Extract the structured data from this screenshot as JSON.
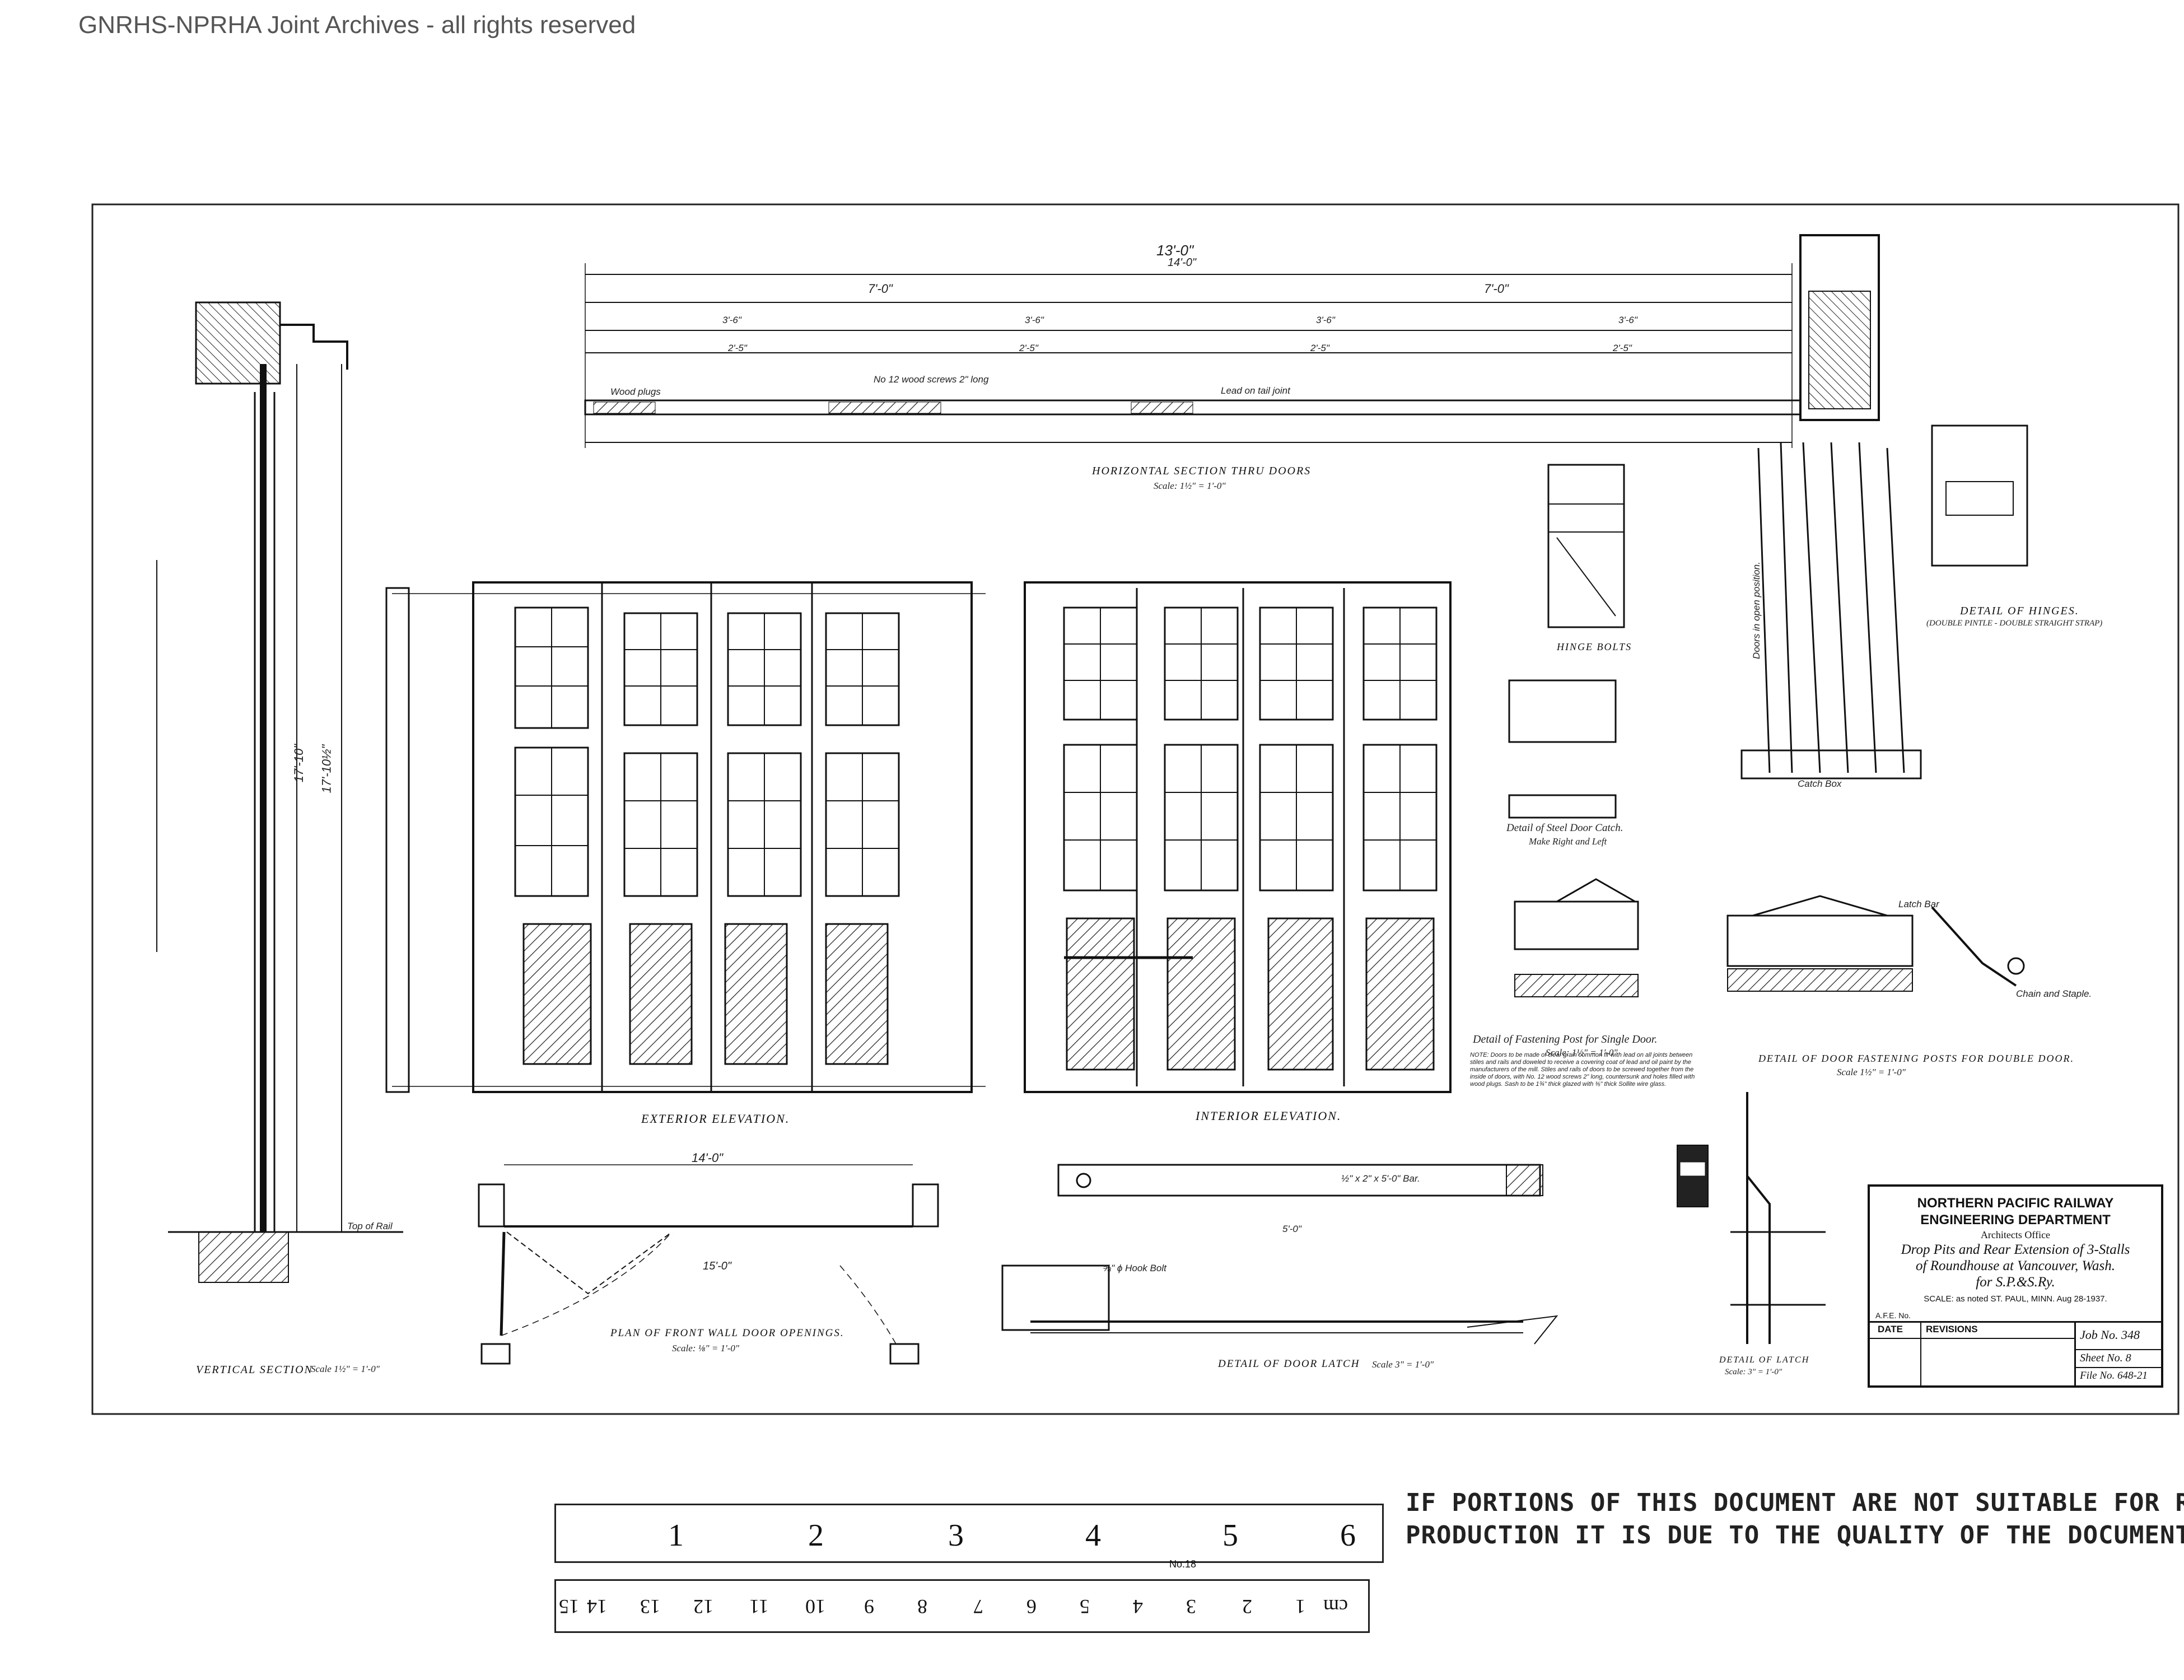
{
  "watermark": "GNRHS-NPRHA Joint Archives - all rights reserved",
  "views": {
    "horizontal_section": {
      "title": "HORIZONTAL SECTION THRU DOORS",
      "scale": "Scale: 1½\" = 1'-0\""
    },
    "exterior_elevation": {
      "title": "EXTERIOR ELEVATION."
    },
    "interior_elevation": {
      "title": "INTERIOR ELEVATION."
    },
    "vertical_section": {
      "title": "VERTICAL SECTION",
      "scale": "Scale 1½\" = 1'-0\""
    },
    "plan_front_wall": {
      "title": "PLAN OF FRONT WALL DOOR OPENINGS.",
      "scale": "Scale: ⅛\" = 1'-0\""
    },
    "door_latch": {
      "title": "DETAIL OF DOOR LATCH",
      "scale": "Scale 3\" = 1'-0\""
    },
    "hinge_bolts": {
      "title": "HINGE BOLTS"
    },
    "hinges": {
      "title": "DETAIL OF HINGES.",
      "subtitle": "(DOUBLE PINTLE - DOUBLE STRAIGHT STRAP)"
    },
    "steel_door_catch": {
      "title": "Detail of Steel Door Catch.",
      "subtitle": "Make Right and Left"
    },
    "fastening_post_single": {
      "title": "Detail of Fastening Post for Single Door.",
      "scale": "Scale: 1½\" = 1'-0\""
    },
    "fastening_posts_double": {
      "title": "DETAIL OF DOOR FASTENING POSTS FOR DOUBLE DOOR.",
      "scale": "Scale 1½\" = 1'-0\""
    },
    "detail_of_latch": {
      "title": "DETAIL OF LATCH",
      "scale": "Scale: 3\" = 1'-0\""
    }
  },
  "dimensions": {
    "overall_width": "13'-0\"",
    "opening_width": "14'-0\"",
    "half_width_left": "7'-0\"",
    "half_width_right": "7'-0\"",
    "leaf_widths": [
      "3'-6\"",
      "3'-6\"",
      "3'-6\"",
      "3'-6\""
    ],
    "panel_widths": [
      "2'-5\"",
      "2'-5\"",
      "2'-5\"",
      "2'-5\""
    ],
    "height_total": "17'-10\"",
    "height_opening": "17'-10½\"",
    "plan_opening": "15'-0\"",
    "latch_length": "5'-0\"",
    "latch_bar": "½\" x 2\" x 5'-0\" Bar.",
    "hook_bolt": "⅝\" ϕ Hook Bolt",
    "top_of_rail": "Top of Rail",
    "doors_open": "Doors in open position.",
    "catch_box": "Catch Box",
    "latch_bar_label": "Latch Bar",
    "chain_staple": "Chain and Staple.",
    "wood_plugs": "Wood plugs",
    "wood_screws": "No 12 wood screws 2\" long",
    "lead_tail_joint": "Lead on tail joint"
  },
  "notes": "NOTE: Doors to be made of clear grain common fir with lead on all joints between stiles and rails and doweled to receive a covering coat of lead and oil paint by the manufacturers of the mill. Stiles and rails of doors to be screwed together from the inside of doors, with No. 12 wood screws 2\" long, countersunk and holes filled with wood plugs. Sash to be 1¾\" thick glazed with ⅜\" thick Sollite wire glass.",
  "title_block": {
    "company": "NORTHERN PACIFIC RAILWAY",
    "department": "ENGINEERING DEPARTMENT",
    "office": "Architects Office",
    "drawing_title_1": "Drop Pits and Rear Extension of 3-Stalls",
    "drawing_title_2": "of Roundhouse at Vancouver, Wash.",
    "drawing_title_3": "for S.P.&S.Ry.",
    "scale_line": "SCALE: as noted   ST. PAUL, MINN. Aug 28-1937.",
    "drawn_by": "A.F.E. No.",
    "date_hdr": "DATE",
    "revisions_hdr": "REVISIONS",
    "job_no": "Job No. 348",
    "sheet_no": "Sheet No. 8",
    "file_no": "File No. 648-21"
  },
  "notice": {
    "line1": "IF PORTIONS OF THIS DOCUMENT ARE NOT SUITABLE FOR RE-",
    "line2": "PRODUCTION IT IS DUE TO THE QUALITY OF THE DOCUMENT."
  },
  "ruler": {
    "inches": [
      "1",
      "2",
      "3",
      "4",
      "5",
      "6"
    ],
    "cm": [
      "1",
      "2",
      "3",
      "4",
      "5",
      "6",
      "7",
      "8",
      "9",
      "10",
      "11",
      "12",
      "13",
      "14",
      "15"
    ],
    "cm_label": "cm",
    "model": "No.18"
  }
}
